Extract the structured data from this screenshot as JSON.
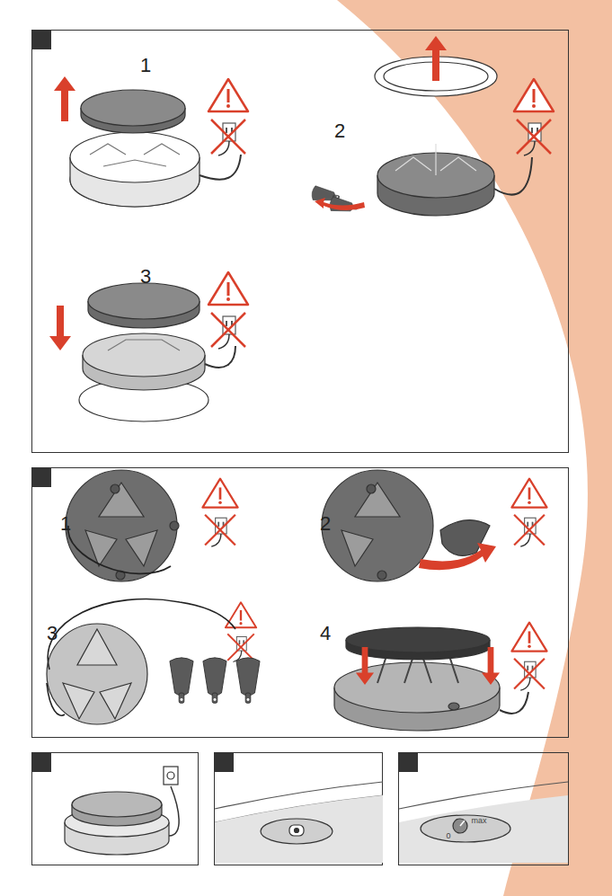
{
  "diagram": {
    "labels": [
      "1",
      "2",
      "3",
      "1",
      "2",
      "3",
      "4",
      "0",
      "max"
    ]
  }
}
